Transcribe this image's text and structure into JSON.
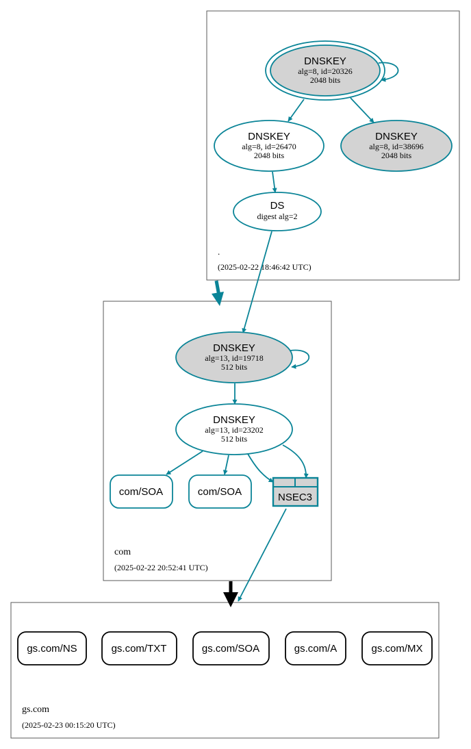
{
  "colors": {
    "edge": "#0a8497",
    "node_fill_gray": "#d3d3d3",
    "zone_border": "#595959",
    "black": "#000000"
  },
  "zones": {
    "root": {
      "name": ".",
      "timestamp": "(2025-02-22 18:46:42 UTC)"
    },
    "com": {
      "name": "com",
      "timestamp": "(2025-02-22 20:52:41 UTC)"
    },
    "gs": {
      "name": "gs.com",
      "timestamp": "(2025-02-23 00:15:20 UTC)"
    }
  },
  "nodes": {
    "root_ksk": {
      "title": "DNSKEY",
      "line1": "alg=8, id=20326",
      "line2": "2048 bits"
    },
    "root_zsk": {
      "title": "DNSKEY",
      "line1": "alg=8, id=26470",
      "line2": "2048 bits"
    },
    "root_key3": {
      "title": "DNSKEY",
      "line1": "alg=8, id=38696",
      "line2": "2048 bits"
    },
    "com_ds": {
      "title": "DS",
      "line1": "digest alg=2"
    },
    "com_ksk": {
      "title": "DNSKEY",
      "line1": "alg=13, id=19718",
      "line2": "512 bits"
    },
    "com_zsk": {
      "title": "DNSKEY",
      "line1": "alg=13, id=23202",
      "line2": "512 bits"
    },
    "com_soa_1": {
      "label": "com/SOA"
    },
    "com_soa_2": {
      "label": "com/SOA"
    },
    "com_nsec3": {
      "label": "NSEC3"
    },
    "gs_ns": {
      "label": "gs.com/NS"
    },
    "gs_txt": {
      "label": "gs.com/TXT"
    },
    "gs_soa": {
      "label": "gs.com/SOA"
    },
    "gs_a": {
      "label": "gs.com/A"
    },
    "gs_mx": {
      "label": "gs.com/MX"
    }
  }
}
